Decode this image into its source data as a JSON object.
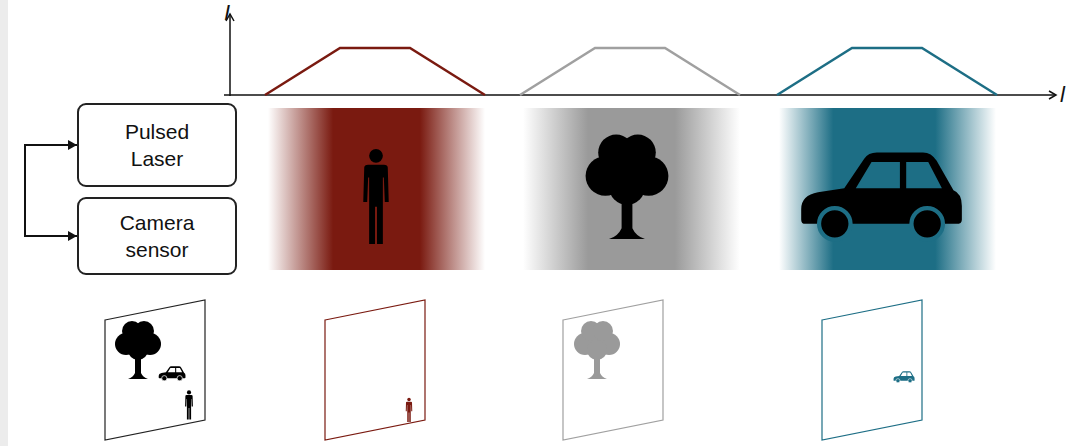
{
  "diagram": {
    "nodes": [
      {
        "text": [
          "Pulsed Laser"
        ]
      },
      {
        "text": [
          "Camera sensor"
        ]
      }
    ],
    "edges": [
      {
        "from": 0,
        "to": 1,
        "arrow": "both"
      }
    ],
    "labels": [
      "I",
      "l"
    ]
  }
}
